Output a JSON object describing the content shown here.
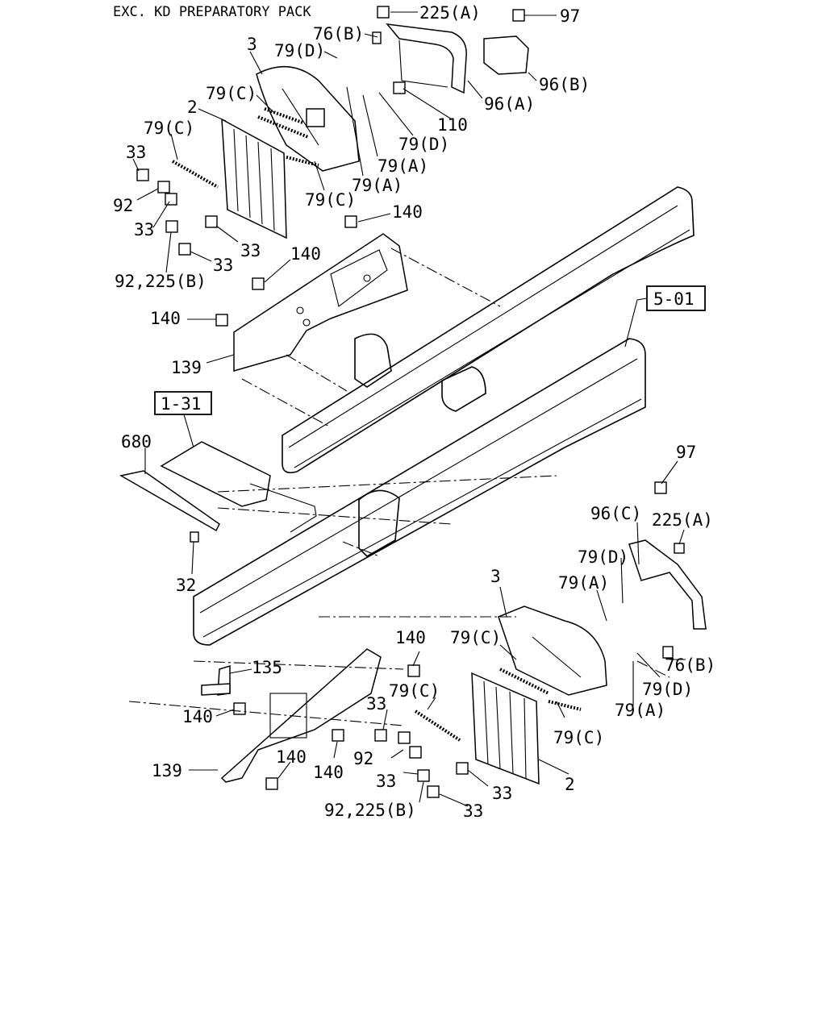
{
  "header": {
    "title": "EXC. KD PREPARATORY PACK"
  },
  "references": [
    "5-01",
    "1-31"
  ],
  "labels": {
    "p225a_top": "225(A)",
    "p97_top": "97",
    "p76b_top": "76(B)",
    "p3_top": "3",
    "p79d_top1": "79(D)",
    "p79c_top1": "79(C)",
    "p2_top": "2",
    "p79c_top2": "79(C)",
    "p96a": "96(A)",
    "p96b": "96(B)",
    "p110": "110",
    "p79d_top2": "79(D)",
    "p79a_top1": "79(A)",
    "p79a_top2": "79(A)",
    "p79c_top3": "79(C)",
    "p33_a": "33",
    "p92_a": "92",
    "p33_b": "33",
    "p33_c": "33",
    "p33_d": "33",
    "p92_225b_top": "92,225(B)",
    "p140_a": "140",
    "p140_b": "140",
    "p140_c": "140",
    "p139_top": "139",
    "p680": "680",
    "p32": "32",
    "p97_bot": "97",
    "p96c": "96(C)",
    "p225a_bot": "225(A)",
    "p79d_bot1": "79(D)",
    "p3_bot": "3",
    "p79a_bot1": "79(A)",
    "p140_d": "140",
    "p79c_bot1": "79(C)",
    "p135": "135",
    "p33_e": "33",
    "p79c_bot2": "79(C)",
    "p140_e": "140",
    "p76b_bot": "76(B)",
    "p79d_bot2": "79(D)",
    "p79a_bot2": "79(A)",
    "p79c_bot3": "79(C)",
    "p92_b": "92",
    "p139_bot": "139",
    "p140_f": "140",
    "p140_g": "140",
    "p33_f": "33",
    "p33_g": "33",
    "p2_bot": "2",
    "p92_225b_bot": "92,225(B)",
    "p33_h": "33"
  }
}
